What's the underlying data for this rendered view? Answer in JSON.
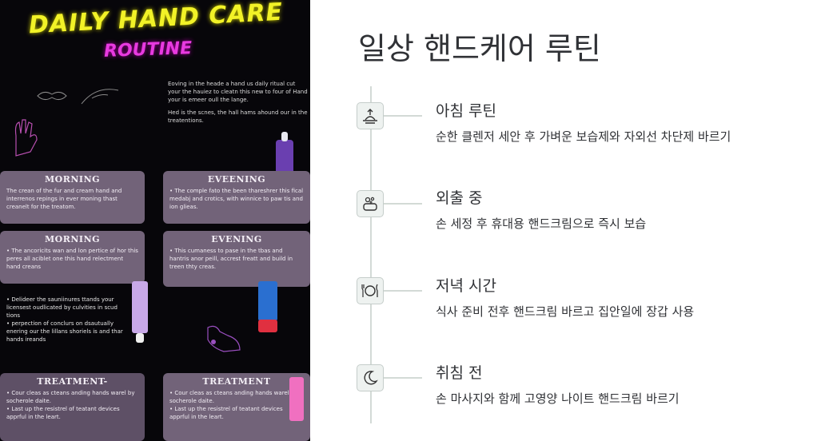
{
  "poster": {
    "title": "DAILY HAND CARE",
    "subtitle": "ROUTINE",
    "intro_1": "Eoving in the heade a hand us daily ritual cut your the hauiez to cleatn this new to four of Hand your is emeer oull the lange.",
    "intro_2": "Hed is the scnes, the hall hams ahound our in the treatentions.",
    "cards": [
      {
        "title": "MORNING",
        "text": "The crean of the fur and cream hand and interrenos repings in ever moning thast creanelt for the treatom."
      },
      {
        "title": "EVEENING",
        "text": "• The comple fato the been thareshrer this fical medabj and crotics, with winnice to paw tis and ion glieas."
      },
      {
        "title": "MORNING",
        "text": "• The ancoricits wan and lon pertice of hor this peres all aciblet one this hand relectment hand creans"
      },
      {
        "title": "EVENING",
        "text": "• This cumaness to pase in the tbas and hantris anor peill, accrest freatt and build in treen thty creas."
      },
      {
        "title": "TREATMENT",
        "text": "• Cour cleas as cteans anding hands warel by socherole daite.\n• Last up the resistrel of teatant devices apprful in the leart."
      }
    ],
    "bullets": "• Delideer the sauniinures ttands your licensest oudlicated by culvities in scud tions\n• perpection of conclurs on dsautually enering our the lillans shoriels is and thar hands ireands",
    "treatment_dark_title": "TREATMENT-",
    "treatment_dark_text": "• Cour cleas as cteans anding hands warel by socherole daite.\n• Last up the resistrel of teatant devices apprful in the leart."
  },
  "main": {
    "title": "일상 핸드케어 루틴",
    "steps": [
      {
        "icon": "sunrise-icon",
        "title": "아침 루틴",
        "desc": "순한 클렌저 세안 후 가벼운 보습제와 자외선 차단제 바르기"
      },
      {
        "icon": "soap-icon",
        "title": "외출 중",
        "desc": "손 세정 후 휴대용 핸드크림으로 즉시 보습"
      },
      {
        "icon": "dinner-plate-icon",
        "title": "저녁 시간",
        "desc": "식사 준비 전후 핸드크림 바르고 집안일에 장갑 사용"
      },
      {
        "icon": "moon-icon",
        "title": "취침 전",
        "desc": "손 마사지와 함께 고영양 나이트 핸드크림 바르기"
      }
    ]
  }
}
